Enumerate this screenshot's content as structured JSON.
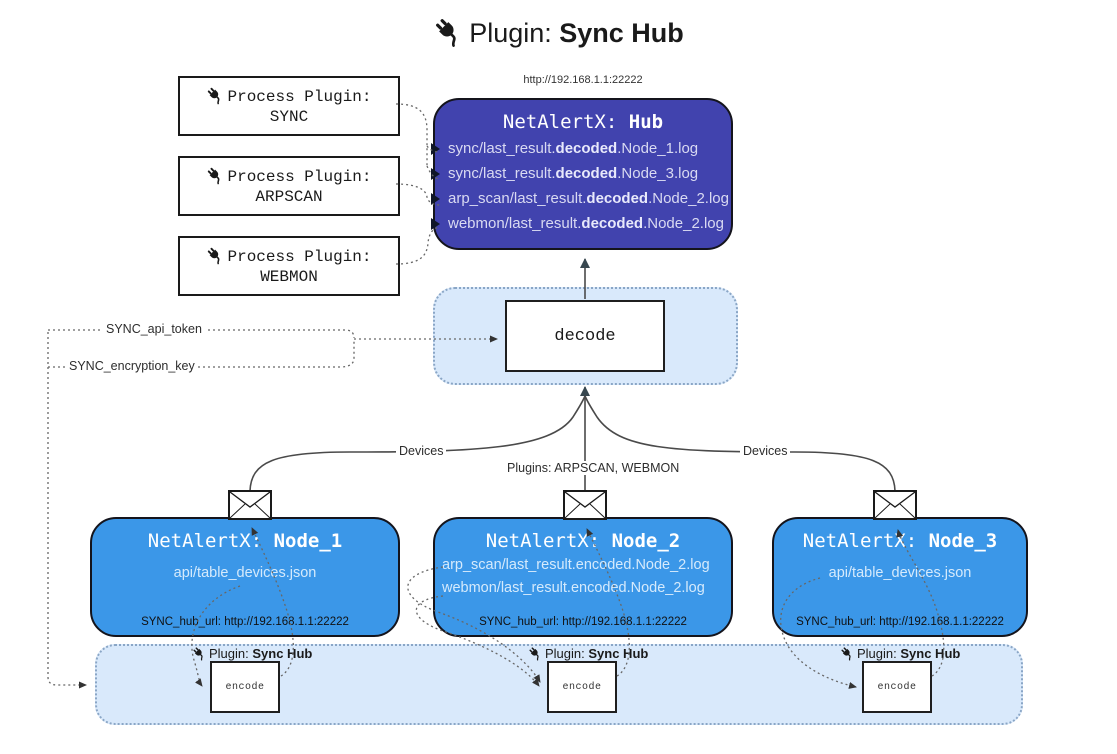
{
  "title": {
    "prefix": "Plugin: ",
    "bold": "Sync Hub"
  },
  "process_plugins": [
    {
      "label": "Process Plugin:",
      "name": "SYNC"
    },
    {
      "label": "Process Plugin:",
      "name": "ARPSCAN"
    },
    {
      "label": "Process Plugin:",
      "name": "WEBMON"
    }
  ],
  "hub": {
    "url": "http://192.168.1.1:22222",
    "title_prefix": "NetAlertX: ",
    "title_bold": "Hub",
    "files": [
      {
        "pre": "sync/last_result.",
        "bold": "decoded",
        "post": ".Node_1.log"
      },
      {
        "pre": "sync/last_result.",
        "bold": "decoded",
        "post": ".Node_3.log"
      },
      {
        "pre": "arp_scan/last_result.",
        "bold": "decoded",
        "post": ".Node_2.log"
      },
      {
        "pre": "webmon/last_result.",
        "bold": "decoded",
        "post": ".Node_2.log"
      }
    ]
  },
  "decode_label": "decode",
  "secrets": {
    "api_token": "SYNC_api_token",
    "encryption_key": "SYNC_encryption_key"
  },
  "edge_labels": {
    "devices_left": "Devices",
    "plugins_mid": "Plugins: ARPSCAN, WEBMON",
    "devices_right": "Devices"
  },
  "nodes": [
    {
      "title_prefix": "NetAlertX: ",
      "title_bold": "Node_1",
      "files": [
        "api/table_devices.json"
      ],
      "hub_url": "SYNC_hub_url: http://192.168.1.1:22222"
    },
    {
      "title_prefix": "NetAlertX: ",
      "title_bold": "Node_2",
      "files": [
        "arp_scan/last_result.encoded.Node_2.log",
        "webmon/last_result.encoded.Node_2.log"
      ],
      "hub_url": "SYNC_hub_url: http://192.168.1.1:22222"
    },
    {
      "title_prefix": "NetAlertX: ",
      "title_bold": "Node_3",
      "files": [
        "api/table_devices.json"
      ],
      "hub_url": "SYNC_hub_url: http://192.168.1.1:22222"
    }
  ],
  "sync_hub_plugins": [
    {
      "label_prefix": "Plugin: ",
      "label_bold": "Sync Hub",
      "box": "encode"
    },
    {
      "label_prefix": "Plugin: ",
      "label_bold": "Sync Hub",
      "box": "encode"
    },
    {
      "label_prefix": "Plugin: ",
      "label_bold": "Sync Hub",
      "box": "encode"
    }
  ],
  "colors": {
    "hub_fill": "#4143ae",
    "node_fill": "#3b97e8",
    "panel_fill": "#d9e9fb",
    "arrow_dark": "#37474f"
  }
}
